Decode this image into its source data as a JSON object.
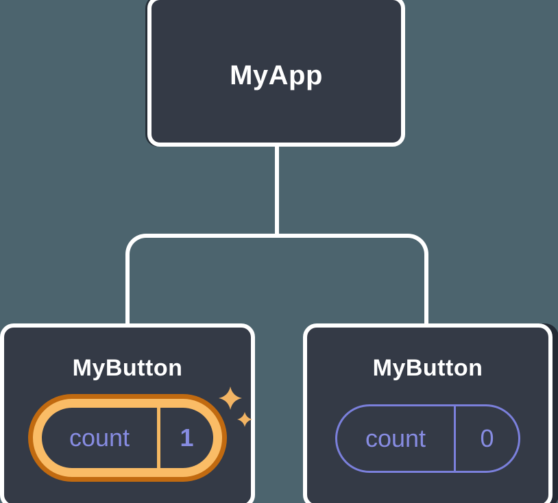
{
  "tree": {
    "root": {
      "label": "MyApp"
    },
    "children": [
      {
        "label": "MyButton",
        "state": {
          "name": "count",
          "value": "1"
        },
        "highlighted": true
      },
      {
        "label": "MyButton",
        "state": {
          "name": "count",
          "value": "0"
        },
        "highlighted": false
      }
    ]
  },
  "icons": {
    "sparkles": "sparkles-icon (two four-point twinkle stars marking updated state)"
  },
  "colors": {
    "background": "#4c646e",
    "node_fill": "#343a46",
    "node_border": "#ffffff",
    "connector": "#ffffff",
    "label_text": "#ffffff",
    "state_text": "#878ce2",
    "pill_outline": "#7b80dc",
    "highlight_ring_outer": "#c16a10",
    "highlight_ring_inner": "#fabc66",
    "highlight_divider": "#f5b862",
    "sparkle": "#f2b464"
  }
}
